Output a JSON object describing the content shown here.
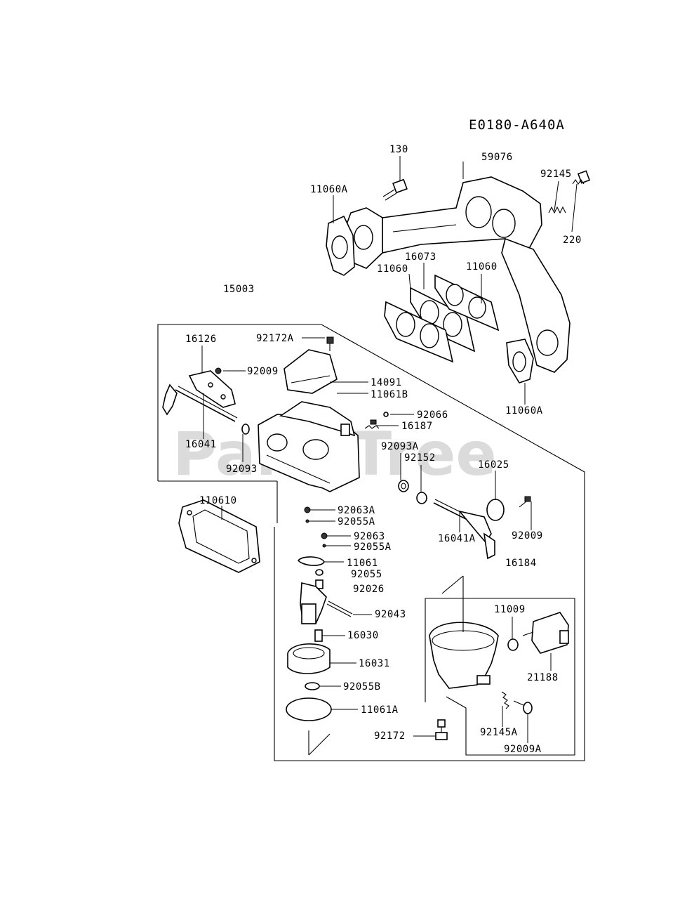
{
  "diagram_code": "E0180-A640A",
  "watermark": "PartsTree",
  "watermark_tm": "™",
  "part_labels": {
    "p130": "130",
    "p59076": "59076",
    "p92145": "92145",
    "p220": "220",
    "p11060A_top": "11060A",
    "p16073": "16073",
    "p11060_left": "11060",
    "p11060_right": "11060",
    "p15003": "15003",
    "p16126": "16126",
    "p92172A": "92172A",
    "p92009_top": "92009",
    "p14091": "14091",
    "p11061B": "11061B",
    "p11060A_bottom": "11060A",
    "p92066": "92066",
    "p16187": "16187",
    "p16041": "16041",
    "p92093": "92093",
    "p92093A": "92093A",
    "p92152": "92152",
    "p16025": "16025",
    "p110610": "110610",
    "p92063A": "92063A",
    "p92055A_1": "92055A",
    "p92063": "92063",
    "p92055A_2": "92055A",
    "p11061": "11061",
    "p92055": "92055",
    "p92026": "92026",
    "p92009_mid": "92009",
    "p16041A": "16041A",
    "p16184": "16184",
    "p92043": "92043",
    "p11009": "11009",
    "p16030": "16030",
    "p16031": "16031",
    "p21188": "21188",
    "p92055B": "92055B",
    "p11061A": "11061A",
    "p92145A": "92145A",
    "p92172": "92172",
    "p92009A": "92009A"
  }
}
